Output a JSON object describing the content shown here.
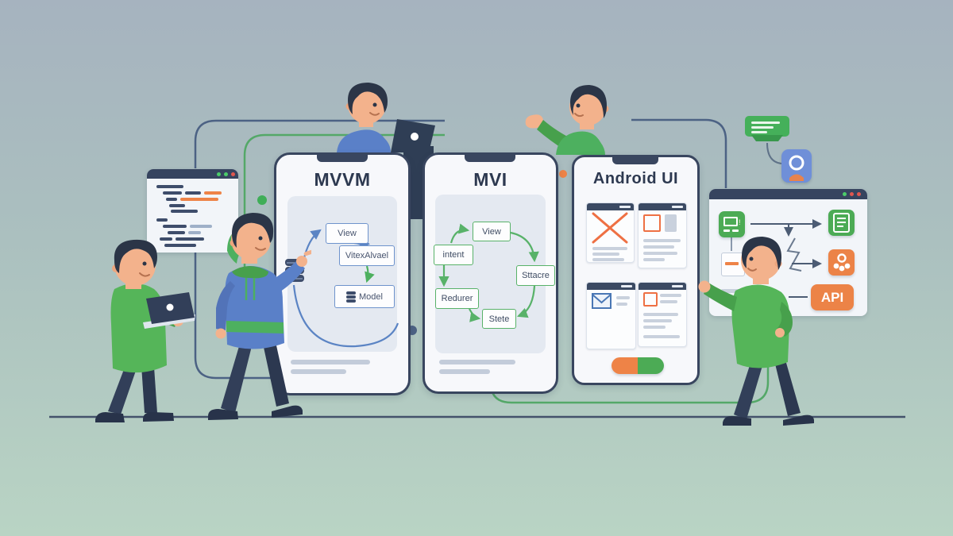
{
  "scene": {
    "description": "Illustration of Android architecture patterns",
    "colors": {
      "background_top": "#a6b3bf",
      "background_bottom": "#b9d4c4",
      "navy": "#39465f",
      "green": "#4cab55",
      "orange": "#ec8347",
      "blue_accent": "#6e93cc"
    }
  },
  "phones": {
    "mvvm": {
      "title": "MVVM",
      "view": "View",
      "viewmodel": "VitexAlvael",
      "model": "Model"
    },
    "mvi": {
      "title": "MVI",
      "view": "View",
      "intent": "intent",
      "store": "Sttacre",
      "reducer": "Redurer",
      "state": "Stete"
    },
    "android_ui": {
      "title": "Android UI"
    }
  },
  "browser": {
    "api_label": "API"
  }
}
